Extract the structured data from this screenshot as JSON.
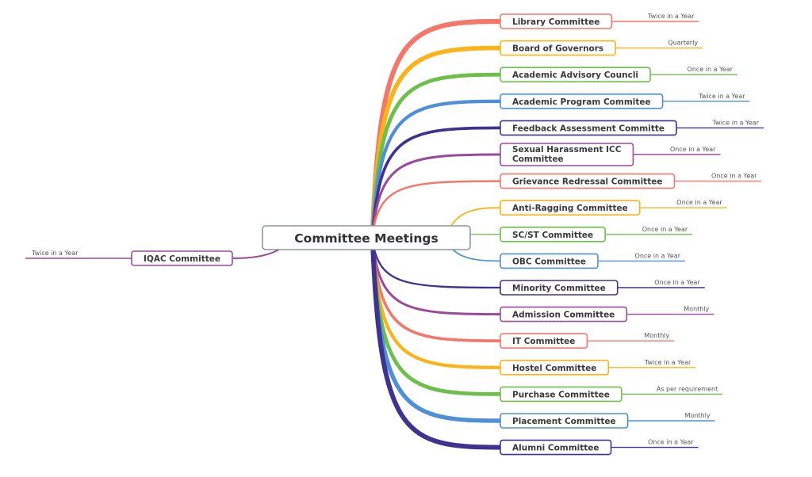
{
  "diagram": {
    "title": "Committee Meetings",
    "root": {
      "label": "Committee Meetings",
      "border_color": "#8a97a8"
    },
    "left_branches": [
      {
        "label": "IQAC Committee",
        "frequency": "Twice in a Year",
        "color": "#9b4a9b"
      }
    ],
    "right_branches": [
      {
        "label": "Library Committee",
        "frequency": "Twice in a Year",
        "color": "#f4776a"
      },
      {
        "label": "Board of Governors",
        "frequency": "Quarterly",
        "color": "#fbb417"
      },
      {
        "label": "Academic Advisory Councli",
        "frequency": "Once in a Year",
        "color": "#6cc04a"
      },
      {
        "label": "Academic Program Commitee",
        "frequency": "Twice in a Year",
        "color": "#4e8fd8"
      },
      {
        "label": "Feedback Assessment Committe",
        "frequency": "Twice in a Year",
        "color": "#3f3392"
      },
      {
        "label": [
          "Sexual Harassment ICC",
          "Committee"
        ],
        "frequency": "Once in a Year",
        "color": "#9b4a9b"
      },
      {
        "label": "Grievance Redressal Committee",
        "frequency": "Once in a Year",
        "color": "#f4776a"
      },
      {
        "label": "Anti-Ragging Committee",
        "frequency": "Once in a Year",
        "color": "#fbb417"
      },
      {
        "label": "SC/ST Committee",
        "frequency": "Once in a Year",
        "color": "#6cc04a"
      },
      {
        "label": "OBC Committee",
        "frequency": "Once in a Year",
        "color": "#4e8fd8"
      },
      {
        "label": "Minority Committee",
        "frequency": "Once in a Year",
        "color": "#3f3392"
      },
      {
        "label": "Admission Committee",
        "frequency": "Monthly",
        "color": "#9b4a9b"
      },
      {
        "label": "IT Committee",
        "frequency": "Monthly",
        "color": "#f4776a"
      },
      {
        "label": "Hostel Committee",
        "frequency": "Twice in a Year",
        "color": "#fbb417"
      },
      {
        "label": "Purchase Committee",
        "frequency": "As per requirement",
        "color": "#6cc04a"
      },
      {
        "label": "Placement Committee",
        "frequency": "Monthly",
        "color": "#4e8fd8"
      },
      {
        "label": "Alumni Committee",
        "frequency": "Once in a Year",
        "color": "#3f3392"
      }
    ]
  }
}
